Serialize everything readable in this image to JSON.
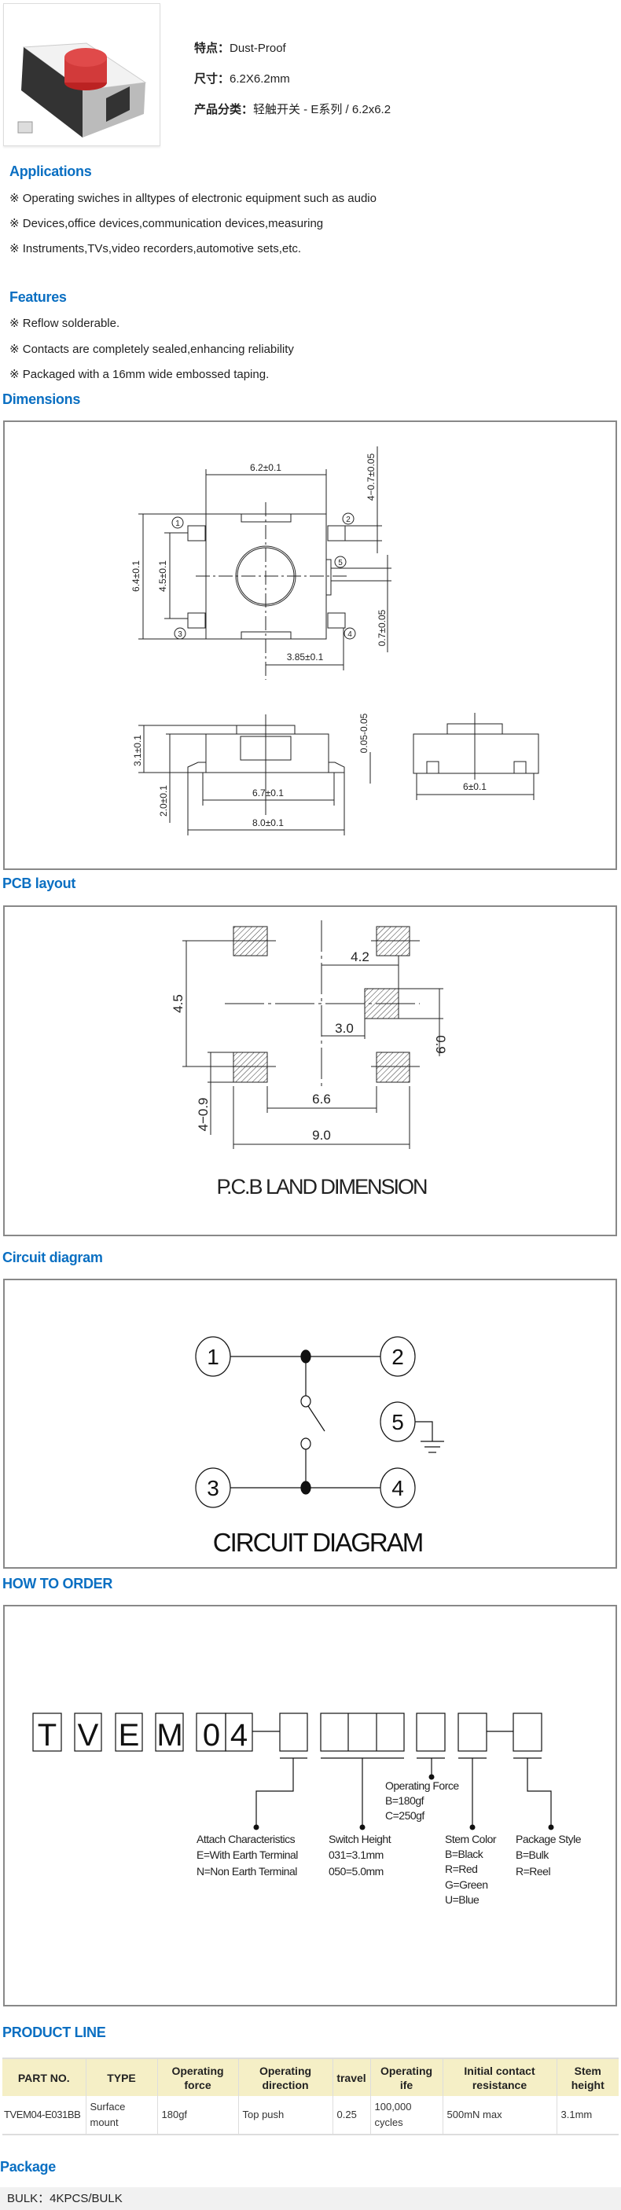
{
  "product": {
    "feature_label": "特点：",
    "feature_value": "Dust-Proof",
    "size_label": "尺寸：",
    "size_value": "6.2X6.2mm",
    "category_label": "产品分类：",
    "category_value": "轻触开关 - E系列 / 6.2x6.2"
  },
  "applications": {
    "title": "Applications",
    "items": [
      "※ Operating swiches in alltypes of electronic equipment such as audio",
      "※ Devices,office devices,communication devices,measuring",
      "※ Instruments,TVs,video recorders,automotive sets,etc."
    ]
  },
  "features": {
    "title": "Features",
    "items": [
      "※ Reflow solderable.",
      "※ Contacts are completely sealed,enhancing reliability",
      "※ Packaged with a 16mm wide embossed taping."
    ]
  },
  "dimensions": {
    "title": "Dimensions",
    "labels": {
      "width": "6.2±0.1",
      "height": "6.4±0.1",
      "pitch": "4.5±0.1",
      "terminal": "4−0.7±0.05",
      "terminal2": "0.7±0.05",
      "offset": "3.85±0.1",
      "side_height": "3.1±0.1",
      "body_height": "2.0±0.1",
      "body_len": "6.7±0.1",
      "total_len": "8.0±0.1",
      "coplanar": "0.05-0.05",
      "end_width": "6±0.1",
      "pin1": "1",
      "pin2": "2",
      "pin3": "3",
      "pin4": "4",
      "pin5": "5"
    }
  },
  "pcb": {
    "title": "PCB layout",
    "labels": {
      "d45": "4.5",
      "d42": "4.2",
      "d30": "3.0",
      "d09": "0.9",
      "d409": "4−0.9",
      "d66": "6.6",
      "d90": "9.0"
    },
    "caption": "P.C.B LAND DIMENSION"
  },
  "circuit": {
    "title": "Circuit diagram",
    "pins": [
      "1",
      "2",
      "3",
      "4",
      "5"
    ],
    "caption": "CIRCUIT DIAGRAM"
  },
  "order": {
    "title": "HOW TO ORDER",
    "code_letters": [
      "T",
      "V",
      "E",
      "M",
      "0",
      "4"
    ],
    "operating_force": [
      "Operating Force",
      "B=180gf",
      "C=250gf"
    ],
    "attach": [
      "Attach Characteristics",
      "E=With Earth Terminal",
      "N=Non Earth Terminal"
    ],
    "switch_height": [
      "Switch Height",
      "031=3.1mm",
      "050=5.0mm"
    ],
    "stem_color": [
      "Stem Color",
      "B=Black",
      "R=Red",
      "G=Green",
      "U=Blue"
    ],
    "package_style": [
      "Package Style",
      "B=Bulk",
      "R=Reel"
    ]
  },
  "product_line": {
    "title": "PRODUCT LINE",
    "headers": [
      "PART NO.",
      "TYPE",
      "Operating force",
      "Operating direction",
      "travel",
      "Operating ife",
      "Initial contact resistance",
      "Stem height"
    ],
    "rows": [
      [
        "TVEM04-E031BB",
        "Surface mount",
        "180gf",
        "Top push",
        "0.25",
        "100,000 cycles",
        "500mN max",
        "3.1mm"
      ]
    ]
  },
  "package": {
    "title": "Package",
    "value": "BULK：4KPCS/BULK"
  },
  "colors": {
    "heading": "#0a6fc2",
    "table_header": "#f5efc6",
    "stem": "#d23a3a"
  }
}
